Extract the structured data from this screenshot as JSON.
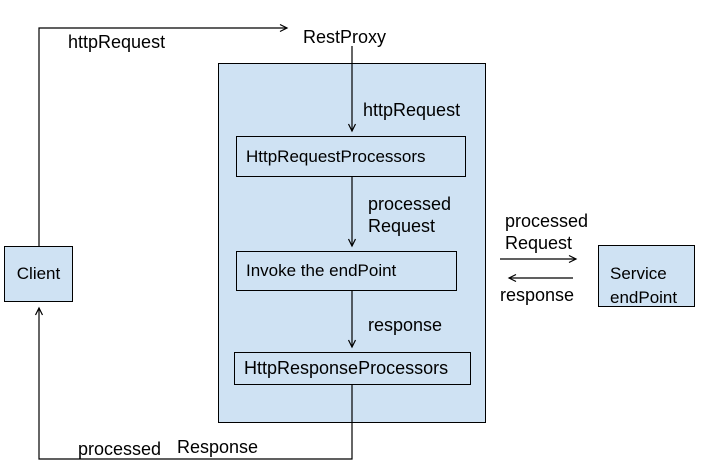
{
  "colors": {
    "node_fill": "#cfe2f3",
    "stroke": "#000000",
    "background": "#ffffff"
  },
  "nodes": {
    "client": "Client",
    "rest_proxy": "RestProxy",
    "http_request_processors": "HttpRequestProcessors",
    "invoke_endpoint": "Invoke the endPoint",
    "http_response_processors": "HttpResponseProcessors",
    "service_line1": "Service",
    "service_line2": "endPoint"
  },
  "edge_labels": {
    "client_to_restproxy": "httpRequest",
    "restproxy_to_request_processors": "httpRequest",
    "to_invoke_line1": "processed",
    "to_invoke_line2": "Request",
    "invoke_to_response_processors": "response",
    "to_service_line1": "processed",
    "to_service_line2": "Request",
    "service_to_proxy": "response",
    "to_client_word1": "processed",
    "to_client_word2": "Response"
  }
}
